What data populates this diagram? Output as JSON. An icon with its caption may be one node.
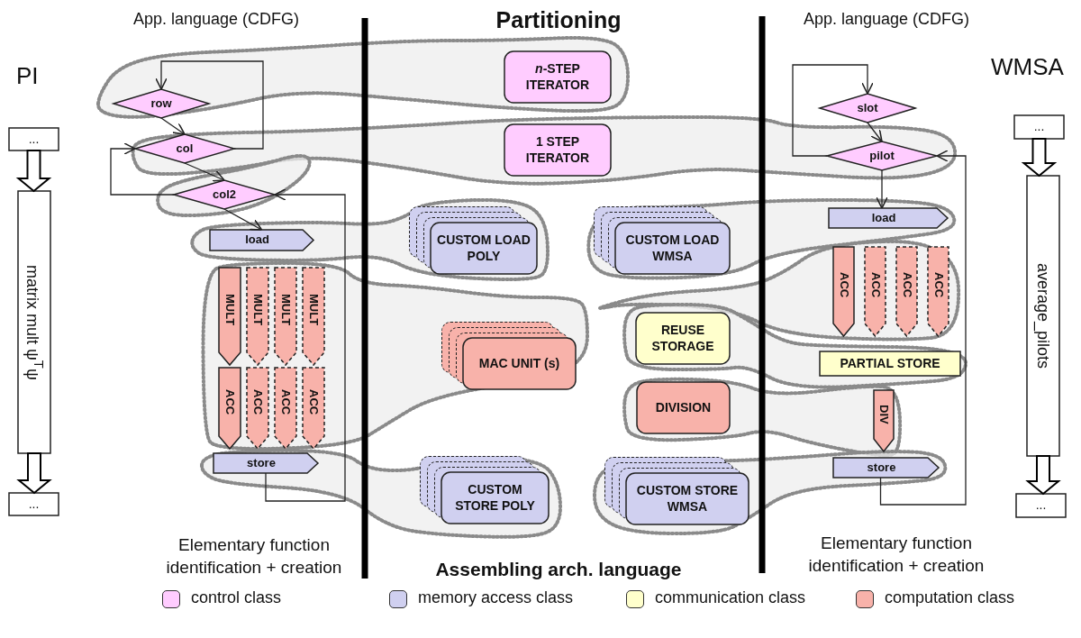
{
  "diagram": {
    "nodes": [
      {
        "text": [
          "..."
        ]
      },
      {
        "text": [
          "matrix mult ψ$^{T}$ψ"
        ]
      },
      {
        "text": [
          "..."
        ]
      },
      {
        "text": [
          "row"
        ]
      },
      {
        "text": [
          "col"
        ]
      },
      {
        "text": [
          "col2"
        ]
      },
      {
        "text": [
          "load"
        ]
      },
      {
        "text": [
          "MULT"
        ]
      },
      {
        "text": [
          "MULT"
        ]
      },
      {
        "text": [
          "MULT"
        ]
      },
      {
        "text": [
          "MULT"
        ]
      },
      {
        "text": [
          "ACC"
        ]
      },
      {
        "text": [
          "ACC"
        ]
      },
      {
        "text": [
          "ACC"
        ]
      },
      {
        "text": [
          "ACC"
        ]
      },
      {
        "text": [
          "store"
        ]
      },
      {
        "text": [
          "*n*-STEP ITERATOR"
        ]
      },
      {
        "text": [
          "1 STEP ITERATOR"
        ]
      },
      {
        "text": [
          "CUSTOM LOAD POLY"
        ]
      },
      {
        "text": [
          "CUSTOM LOAD WMSA"
        ]
      },
      {
        "text": [
          "MAC UNIT (s)"
        ]
      },
      {
        "text": [
          "REUSE STORAGE"
        ]
      },
      {
        "text": [
          "DIVISION"
        ]
      },
      {
        "text": [
          "CUSTOM STORE POLY"
        ]
      },
      {
        "text": [
          "CUSTOM STORE WMSA"
        ]
      },
      {
        "text": [
          "slot"
        ]
      },
      {
        "text": [
          "pilot"
        ]
      },
      {
        "text": [
          "load"
        ]
      },
      {
        "text": [
          "ACC"
        ]
      },
      {
        "text": [
          "ACC"
        ]
      },
      {
        "text": [
          "ACC"
        ]
      },
      {
        "text": [
          "ACC"
        ]
      },
      {
        "text": [
          "PARTIAL  STORE"
        ]
      },
      {
        "text": [
          "DIV"
        ]
      },
      {
        "text": [
          "store"
        ]
      },
      {
        "text": [
          "..."
        ]
      },
      {
        "text": [
          "average_pilots"
        ]
      },
      {
        "text": [
          "..."
        ]
      }
    ],
    "edges": [
      {
        "from": 0,
        "to": 1,
        "arrow": "to"
      },
      {
        "from": 1,
        "to": 2,
        "arrow": "to"
      },
      {
        "from": 3,
        "to": 4,
        "arrow": "to"
      },
      {
        "from": 4,
        "to": 5,
        "arrow": "to"
      },
      {
        "from": 5,
        "to": 6,
        "arrow": "to"
      },
      {
        "from": 4,
        "to": 3,
        "arrow": "to"
      },
      {
        "from": 5,
        "to": 4,
        "arrow": "to"
      },
      {
        "from": 15,
        "to": 5,
        "arrow": "to"
      },
      {
        "from": 25,
        "to": 26,
        "arrow": "to"
      },
      {
        "from": 26,
        "to": 27,
        "arrow": "to"
      },
      {
        "from": 26,
        "to": 25,
        "arrow": "to"
      },
      {
        "from": 34,
        "to": 26,
        "arrow": "to"
      },
      {
        "from": 35,
        "to": 36,
        "arrow": "to"
      },
      {
        "from": 36,
        "to": 37,
        "arrow": "to"
      }
    ],
    "labels": [
      "PI",
      "App. language (CDFG)",
      "Partitioning",
      "App. language (CDFG)",
      "WMSA",
      "Elementary function identification + creation",
      "Assembling arch. language",
      "Elementary function identification + creation"
    ],
    "legend": [
      {
        "text": "control class",
        "color": "#ffccff"
      },
      {
        "text": "memory access class",
        "color": "#d0d0f0"
      },
      {
        "text": "communication class",
        "color": "#ffffcc"
      },
      {
        "text": "computation class",
        "color": "#f8b2aa"
      }
    ]
  }
}
